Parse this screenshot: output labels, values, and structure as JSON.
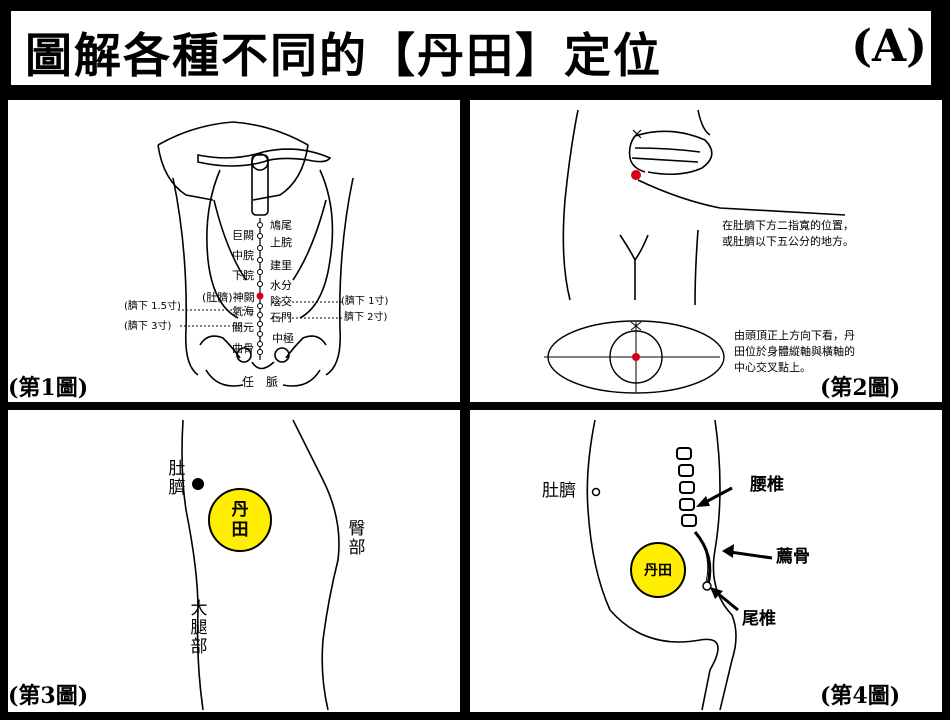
{
  "title": {
    "main": "圖解各種不同的【丹田】定位",
    "suffix": "(A)"
  },
  "colors": {
    "acupoint": "#d4001a",
    "dantian_fill": "#ffee00",
    "background": "#000000",
    "panel": "#ffffff"
  },
  "panel1": {
    "caption": "(第1圖)",
    "labels": {
      "jiuwei": "鳩尾",
      "shangwan": "上脘",
      "jianli": "建里",
      "shuifen": "水分",
      "yinjiao": "陰交",
      "shimen": "石門",
      "zhongji": "中極",
      "juque": "巨闕",
      "zhongwan": "中脘",
      "xiawan": "下脘",
      "shenque": "(肚臍)神闕",
      "qihai": "氣海",
      "guanyuan": "關元",
      "qugu": "曲骨",
      "left_top": "(臍下 1.5寸)",
      "left_bottom": "(臍下 3寸)",
      "right_top": "(臍下 1寸)",
      "right_bottom": "臍下 2寸)",
      "meridian": "任　脈"
    }
  },
  "panel2": {
    "caption": "(第2圖)",
    "note_top": "在肚臍下方二指寬的位置，或肚臍以下五公分的地方。",
    "note_bottom": "由頭頂正上方向下看，丹田位於身體縱軸與橫軸的中心交叉點上。"
  },
  "panel3": {
    "caption": "(第3圖)",
    "navel_label": "肚臍",
    "dantian": "丹田",
    "buttock_label": "臀部",
    "thigh_label": "大腿部"
  },
  "panel4": {
    "caption": "(第4圖)",
    "navel_label": "肚臍",
    "lumbar_label": "腰椎",
    "sacrum_label": "薦骨",
    "coccyx_label": "尾椎",
    "dantian": "丹田"
  }
}
